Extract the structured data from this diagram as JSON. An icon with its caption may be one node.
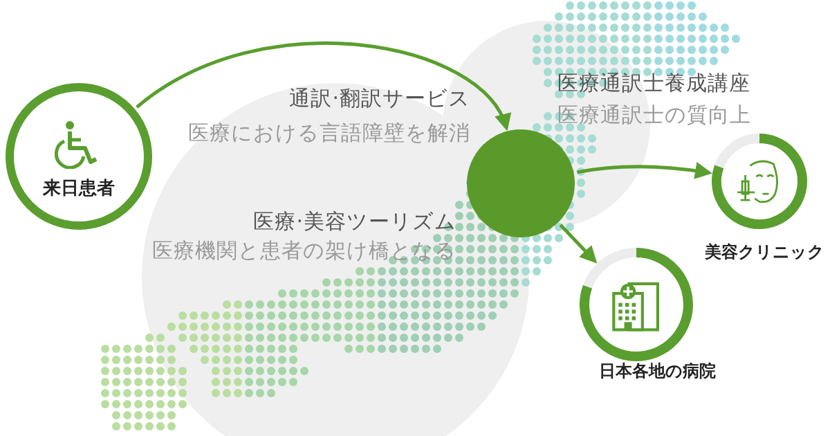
{
  "diagram": {
    "nodes": [
      {
        "text": [
          "来日患者"
        ]
      },
      {
        "text": [],
        "shape": "circle"
      },
      {
        "text": [
          "美容クリニック"
        ]
      },
      {
        "text": [
          "日本各地の病院"
        ]
      }
    ],
    "edges": [
      {
        "from": 0,
        "to": 1,
        "arrow": "to"
      },
      {
        "from": 1,
        "to": 2,
        "arrow": "to"
      },
      {
        "from": 1,
        "to": 3,
        "arrow": "to"
      }
    ],
    "labels": [
      "通訳·翻訳サービス",
      "医療における言語障壁を解消",
      "医療通訳士養成講座",
      "医療通訳士の質向上",
      "医療·美容ツーリズム",
      "医療機関と患者の架け橋となる"
    ]
  }
}
